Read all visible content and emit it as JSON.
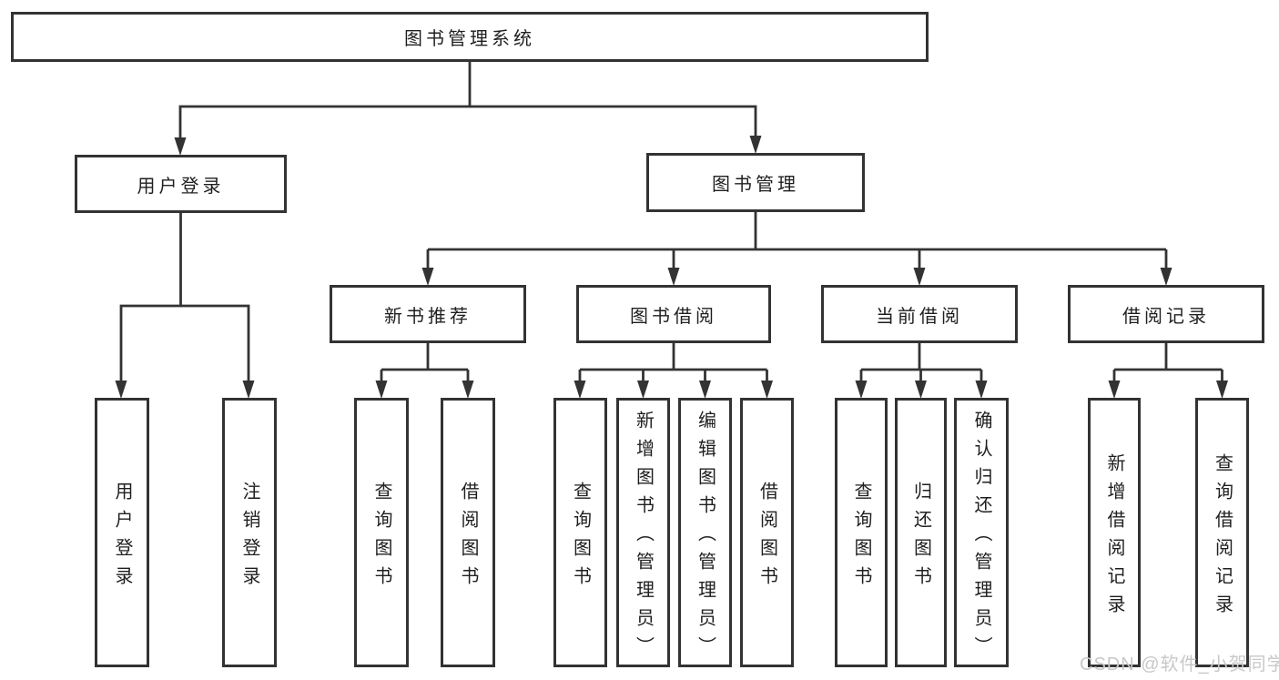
{
  "diagram": {
    "root": {
      "label": "图书管理系统",
      "children": [
        {
          "label": "用户登录",
          "children": [
            {
              "label": "用户登录"
            },
            {
              "label": "注销登录"
            }
          ]
        },
        {
          "label": "图书管理",
          "children": [
            {
              "label": "新书推荐",
              "children": [
                {
                  "label": "查询图书"
                },
                {
                  "label": "借阅图书"
                }
              ]
            },
            {
              "label": "图书借阅",
              "children": [
                {
                  "label": "查询图书"
                },
                {
                  "label": "新增图书（管理员）"
                },
                {
                  "label": "编辑图书（管理员）"
                },
                {
                  "label": "借阅图书"
                }
              ]
            },
            {
              "label": "当前借阅",
              "children": [
                {
                  "label": "查询图书"
                },
                {
                  "label": "归还图书"
                },
                {
                  "label": "确认归还（管理员）"
                }
              ]
            },
            {
              "label": "借阅记录",
              "children": [
                {
                  "label": "新增借阅记录"
                },
                {
                  "label": "查询借阅记录"
                }
              ]
            }
          ]
        }
      ]
    },
    "watermark": "CSDN @软件_小贺同学",
    "colors": {
      "line": "#333333",
      "text": "#1f1f1f",
      "watermark": "#c8c8c8",
      "background": "#ffffff"
    }
  }
}
